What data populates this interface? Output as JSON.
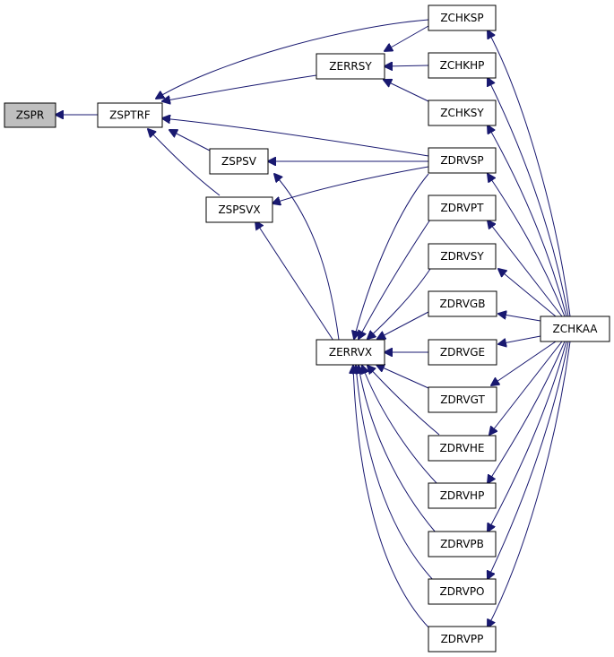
{
  "nodes": {
    "zspr": "ZSPR",
    "zsptrf": "ZSPTRF",
    "zerrsy": "ZERRSY",
    "zspsv": "ZSPSV",
    "zspsvx": "ZSPSVX",
    "zerrvx": "ZERRVX",
    "zchksp": "ZCHKSP",
    "zchkhp": "ZCHKHP",
    "zchksy": "ZCHKSY",
    "zdrvsp": "ZDRVSP",
    "zdrvpt": "ZDRVPT",
    "zdrvsy": "ZDRVSY",
    "zdrvgb": "ZDRVGB",
    "zdrvge": "ZDRVGE",
    "zdrvgt": "ZDRVGT",
    "zdrvhe": "ZDRVHE",
    "zdrvhp": "ZDRVHP",
    "zdrvpb": "ZDRVPB",
    "zdrvpo": "ZDRVPO",
    "zdrvpp": "ZDRVPP",
    "zchkaa": "ZCHKAA"
  },
  "colors": {
    "edge": "#191970",
    "root_fill": "#bfbfbf",
    "node_fill": "#ffffff",
    "border": "#000000"
  }
}
